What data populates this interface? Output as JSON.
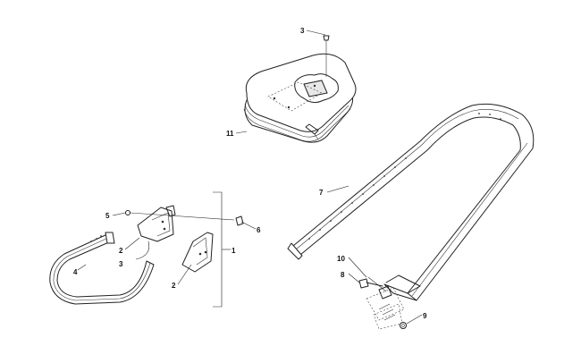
{
  "diagram": {
    "callouts": {
      "c1": "1",
      "c2a": "2",
      "c2b": "2",
      "c3a": "3",
      "c3b": "3",
      "c4": "4",
      "c5": "5",
      "c6": "6",
      "c7": "7",
      "c8": "8",
      "c9": "9",
      "c10": "10",
      "c11": "11"
    }
  }
}
